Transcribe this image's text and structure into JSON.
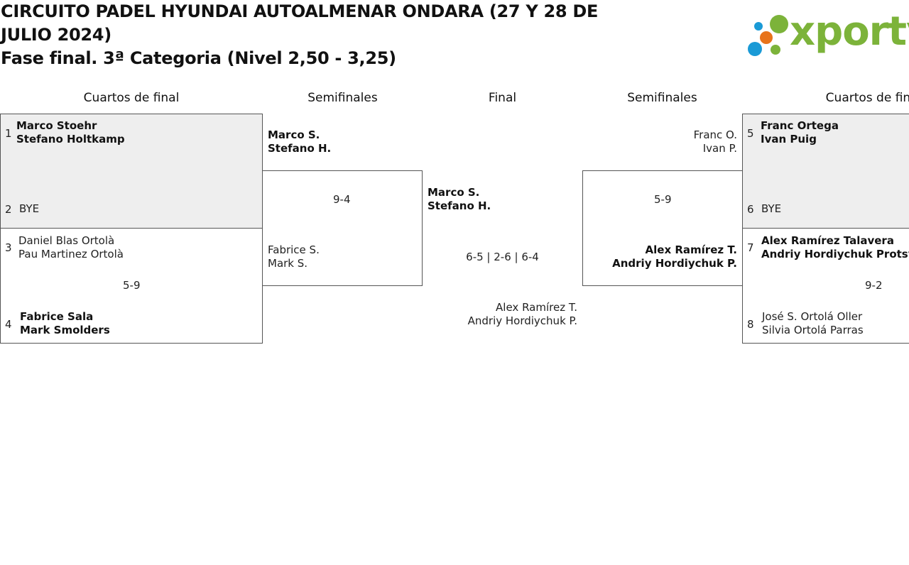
{
  "header": {
    "title_line1": "CIRCUITO PADEL HYUNDAI AUTOALMENAR ONDARA (27 Y 28 DE",
    "title_line2": "JULIO 2024)",
    "subtitle": "Fase final. 3ª Categoria (Nivel 2,50 - 3,25)",
    "logo_text": "xporty"
  },
  "rounds": {
    "left_qf": "Cuartos de final",
    "left_sf": "Semifinales",
    "final": "Final",
    "right_sf": "Semifinales",
    "right_qf": "Cuartos de final"
  },
  "left_qf": {
    "seed1": "1",
    "team1_p1": "Marco Stoehr",
    "team1_p2": "Stefano Holtkamp",
    "seed2": "2",
    "team2": "BYE",
    "seed3": "3",
    "team3_p1": "Daniel Blas Ortolà",
    "team3_p2": "Pau Martinez Ortolà",
    "score34": "5-9",
    "seed4": "4",
    "team4_p1": "Fabrice Sala",
    "team4_p2": "Mark Smolders"
  },
  "left_sf": {
    "top_p1": "Marco S.",
    "top_p2": "Stefano H.",
    "score": "9-4",
    "bottom_p1": "Fabrice S.",
    "bottom_p2": "Mark S."
  },
  "final": {
    "top_p1": "Marco S.",
    "top_p2": "Stefano H.",
    "score": "6-5 | 2-6 | 6-4",
    "bottom_p1": "Alex Ramírez T.",
    "bottom_p2": "Andriy Hordiychuk P."
  },
  "right_sf": {
    "top_p1": "Franc O.",
    "top_p2": "Ivan P.",
    "score": "5-9",
    "bottom_p1": "Alex Ramírez T.",
    "bottom_p2": "Andriy Hordiychuk P."
  },
  "right_qf": {
    "seed5": "5",
    "team5_p1": "Franc Ortega",
    "team5_p2": "Ivan Puig",
    "seed6": "6",
    "team6": "BYE",
    "seed7": "7",
    "team7_p1": "Alex Ramírez Talavera",
    "team7_p2": "Andriy Hordiychuk Protsyuk",
    "score78": "9-2",
    "seed8": "8",
    "team8_p1": "José S. Ortolá Oller",
    "team8_p2": "Silvia Ortolá Parras"
  },
  "colors": {
    "logo_green": "#7cb33a",
    "logo_blue": "#1a9ad6",
    "logo_orange": "#e8731a",
    "box_gray": "#eeeeee"
  }
}
